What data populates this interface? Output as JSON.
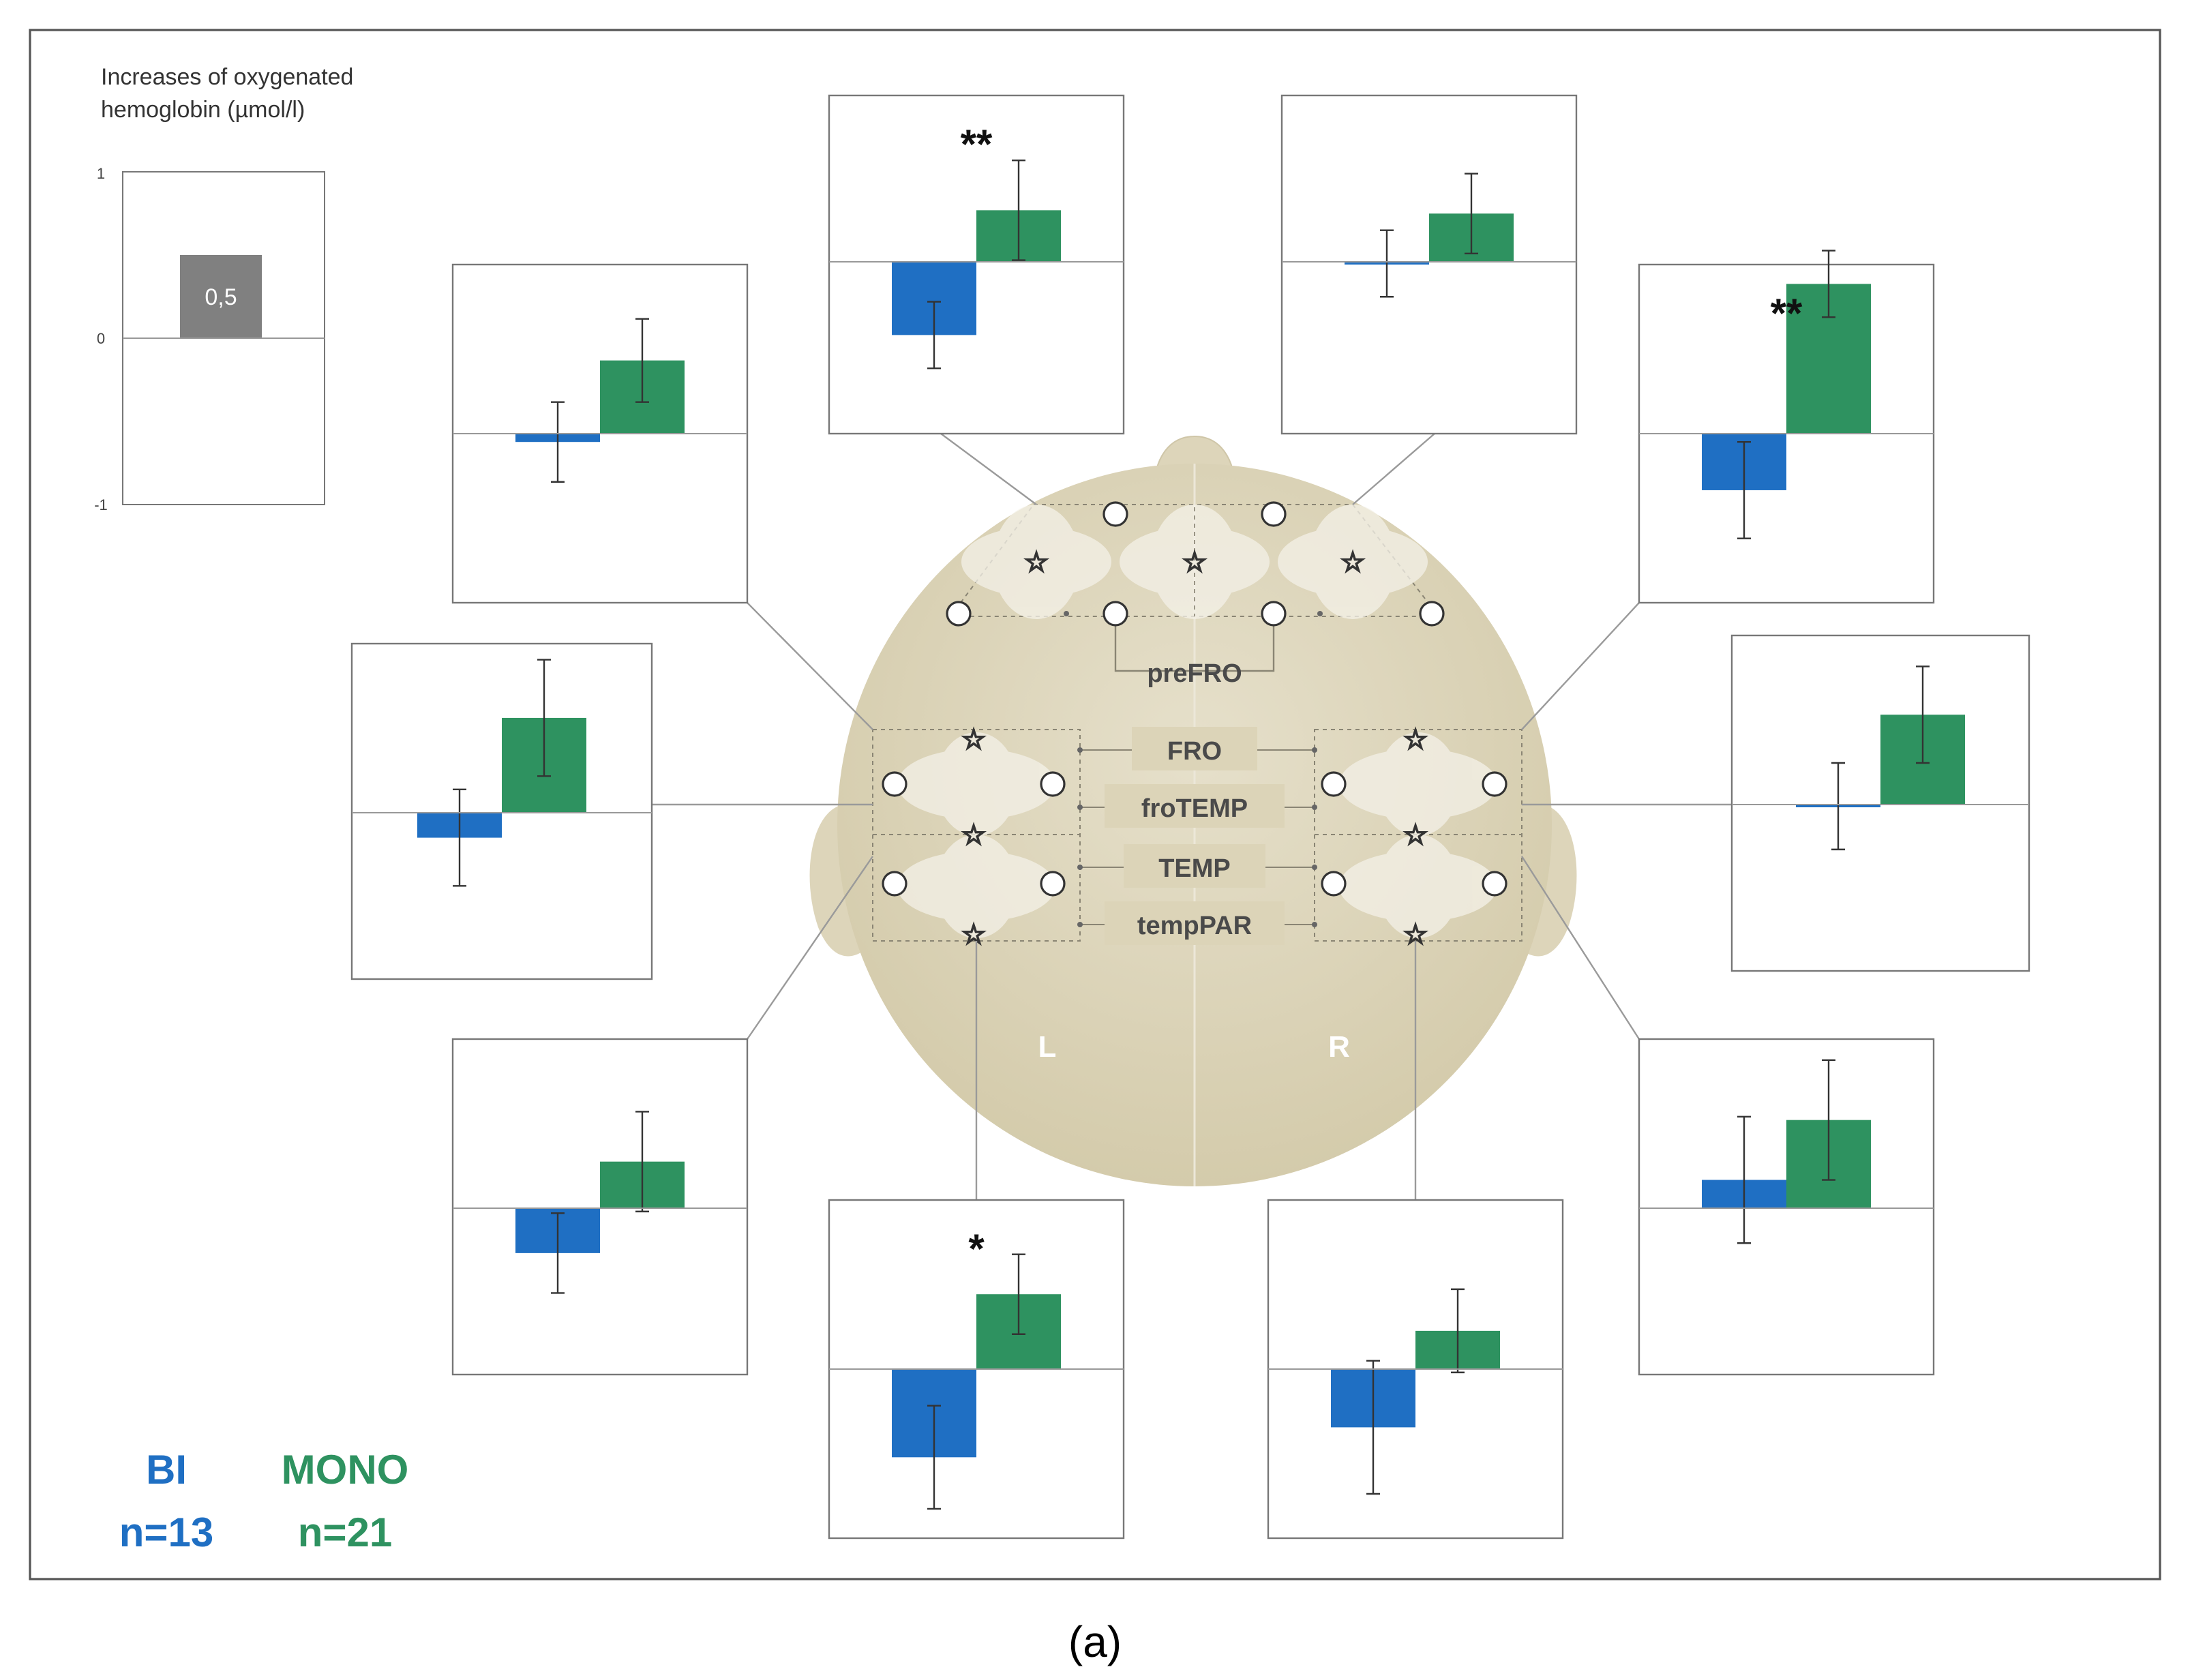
{
  "caption": "(a)",
  "colors": {
    "bi": "#1f6fc3",
    "mono": "#2e9260",
    "reference": "#808080",
    "head": "#d9d1b6",
    "frame": "#555555"
  },
  "legend": {
    "bi_label": "BI",
    "bi_n": "n=13",
    "mono_label": "MONO",
    "mono_n": "n=21"
  },
  "regions": {
    "prefro": "preFRO",
    "fro": "FRO",
    "frotemp": "froTEMP",
    "temp": "TEMP",
    "temppar": "tempPAR",
    "left": "L",
    "right": "R"
  },
  "chart_data": {
    "type": "bar",
    "ylabel": "Increases of oxygenated hemoglobin (µmol/l)",
    "ylim": [
      -1,
      1
    ],
    "yticks": [
      "1",
      "0",
      "-1"
    ],
    "reference_bar": {
      "label": "0,5",
      "value": 0.5
    },
    "series_names": [
      "BI",
      "MONO"
    ],
    "panels": [
      {
        "id": "prefro-left-medial",
        "sig": "**",
        "bi": {
          "value": -0.44,
          "err": 0.2
        },
        "mono": {
          "value": 0.31,
          "err": 0.3
        }
      },
      {
        "id": "prefro-right-medial",
        "sig": "",
        "bi": {
          "value": -0.01,
          "err": 0.2
        },
        "mono": {
          "value": 0.29,
          "err": 0.24
        }
      },
      {
        "id": "prefro-left-lateral",
        "sig": "",
        "bi": {
          "value": -0.05,
          "err": 0.24
        },
        "mono": {
          "value": 0.44,
          "err": 0.25
        }
      },
      {
        "id": "prefro-right-lateral",
        "sig": "**",
        "bi": {
          "value": -0.34,
          "err": 0.29
        },
        "mono": {
          "value": 0.9,
          "err": 0.2
        }
      },
      {
        "id": "left-fro-frotemp",
        "sig": "",
        "bi": {
          "value": -0.15,
          "err": 0.29
        },
        "mono": {
          "value": 0.57,
          "err": 0.35
        }
      },
      {
        "id": "right-fro-frotemp",
        "sig": "",
        "bi": {
          "value": -0.01,
          "err": 0.26
        },
        "mono": {
          "value": 0.54,
          "err": 0.29
        }
      },
      {
        "id": "left-temp-temppar",
        "sig": "",
        "bi": {
          "value": -0.27,
          "err": 0.24
        },
        "mono": {
          "value": 0.28,
          "err": 0.3
        }
      },
      {
        "id": "right-temp-temppar",
        "sig": "",
        "bi": {
          "value": 0.17,
          "err": 0.38
        },
        "mono": {
          "value": 0.53,
          "err": 0.36
        }
      },
      {
        "id": "left-parietal",
        "sig": "*",
        "bi": {
          "value": -0.53,
          "err": 0.31
        },
        "mono": {
          "value": 0.45,
          "err": 0.24
        }
      },
      {
        "id": "right-parietal",
        "sig": "",
        "bi": {
          "value": -0.35,
          "err": 0.4
        },
        "mono": {
          "value": 0.23,
          "err": 0.25
        }
      }
    ]
  }
}
